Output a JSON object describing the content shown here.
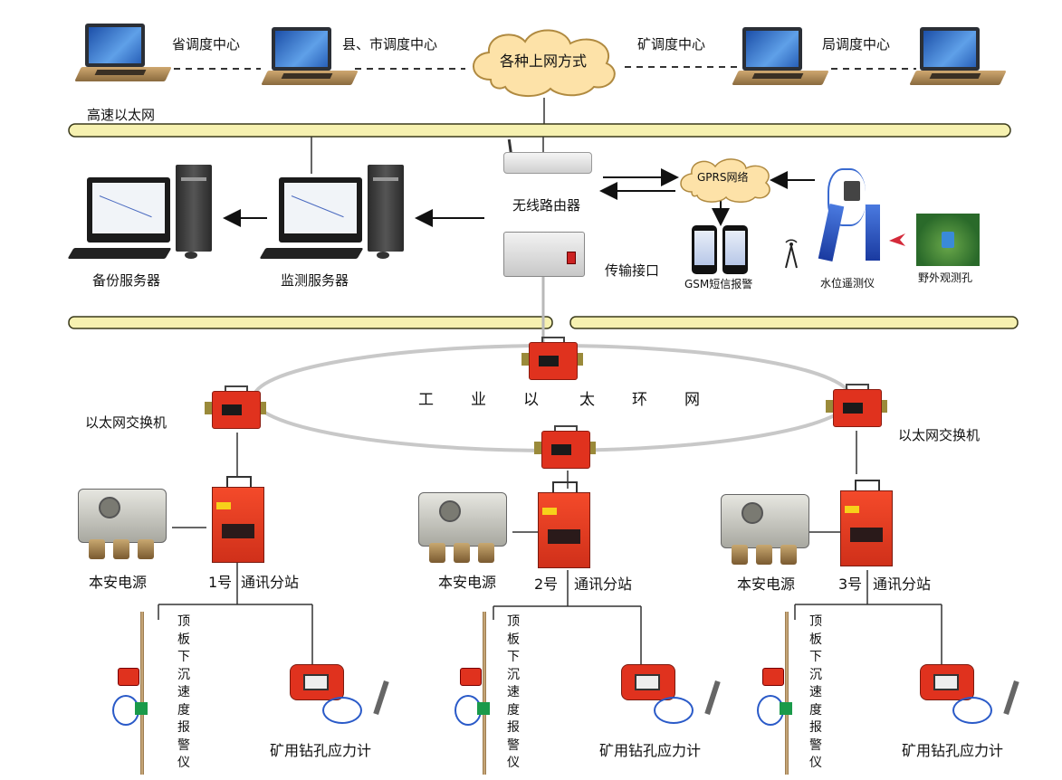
{
  "labels": {
    "top_nodes": [
      "省调度中心",
      "县、市调度中心",
      "矿调度中心",
      "局调度中心"
    ],
    "internet": "各种上网方式",
    "ethernet": "高速以太网",
    "router": "无线路由器",
    "gprs": "GPRS网络",
    "transfer_interface": "传输接口",
    "gsm_alarm": "GSM短信报警",
    "water_meter": "水位遥测仪",
    "field_hole": "野外观测孔",
    "backup_server": "备份服务器",
    "monitor_server": "监测服务器",
    "ring_network": [
      "工",
      "业",
      "以",
      "太",
      "环",
      "网"
    ],
    "switch_left": "以太网交换机",
    "switch_right": "以太网交换机",
    "psu": "本安电源",
    "stations": [
      "1号",
      "2号",
      "3号"
    ],
    "station_suffix": "通讯分站",
    "roof_alarm": "顶板下沉速度报警仪",
    "stress_meter": "矿用钻孔应力计"
  },
  "colors": {
    "bus_fill": "#f6f1b0",
    "bus_stroke": "#3a3a1a",
    "cloud_fill": "#fde2a8",
    "equipment_red": "#e0321e"
  },
  "icons": [
    "laptop-icon",
    "desktop-computer-icon",
    "wireless-router-icon",
    "cloud-icon",
    "mobile-phone-icon",
    "antenna-icon",
    "water-level-probe-icon",
    "field-hole-photo",
    "interface-box-icon",
    "ethernet-switch-icon",
    "communication-substation-icon",
    "power-supply-icon",
    "roof-sensor-icon",
    "stress-meter-icon"
  ]
}
